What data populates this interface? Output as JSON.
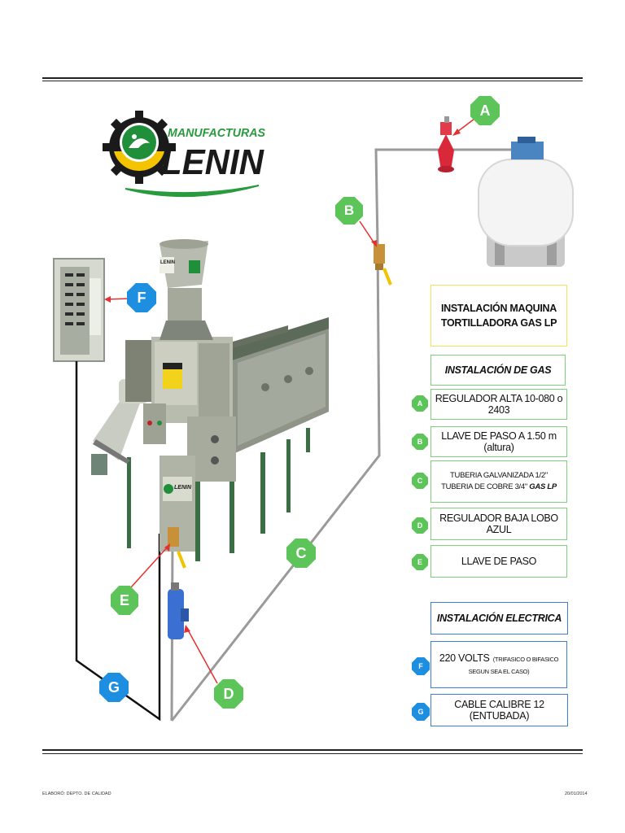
{
  "logo": {
    "brand_top": "MANUFACTURAS",
    "brand_main": "LENIN"
  },
  "machine": {
    "hopper_label": "LENIN",
    "cabinet_label": "LENIN"
  },
  "title_box": {
    "line1": "INSTALACIÓN MAQUINA",
    "line2": "TORTILLADORA GAS LP"
  },
  "gas_section": {
    "heading": "INSTALACIÓN DE GAS",
    "items": [
      {
        "letter": "A",
        "text": "REGULADOR ALTA 10-080 o 2403"
      },
      {
        "letter": "B",
        "text": "LLAVE DE PASO A 1.50 m (altura)"
      },
      {
        "letter": "C",
        "line1": "TUBERIA GALVANIZADA 1/2\"",
        "line2_main": "TUBERIA DE COBRE 3/4\"",
        "line2_em": "GAS LP"
      },
      {
        "letter": "D",
        "text": "REGULADOR BAJA LOBO AZUL"
      },
      {
        "letter": "E",
        "text": "LLAVE DE PASO"
      }
    ]
  },
  "electric_section": {
    "heading": "INSTALACIÓN ELECTRICA",
    "items": [
      {
        "letter": "F",
        "main": "220 VOLTS",
        "small": "(TRIFASICO O BIFASICO SEGUN SEA EL CASO)"
      },
      {
        "letter": "G",
        "text": "CABLE CALIBRE 12 (ENTUBADA)"
      }
    ]
  },
  "callouts": {
    "a": "A",
    "b": "B",
    "c": "C",
    "d": "D",
    "e": "E",
    "f": "F",
    "g": "G"
  },
  "footer": {
    "left": "ELABORÓ: DEPTO. DE CALIDAD",
    "right": "20/01/2014"
  },
  "colors": {
    "badge_green": "#5cc459",
    "badge_blue": "#1e8fe0",
    "border_green": "#7ed07b",
    "border_blue": "#3f7fd0",
    "border_yellow": "#f2e35a",
    "logo_green": "#1f8f3a",
    "logo_yellow": "#f5c400",
    "pointer_red": "#e53030"
  }
}
